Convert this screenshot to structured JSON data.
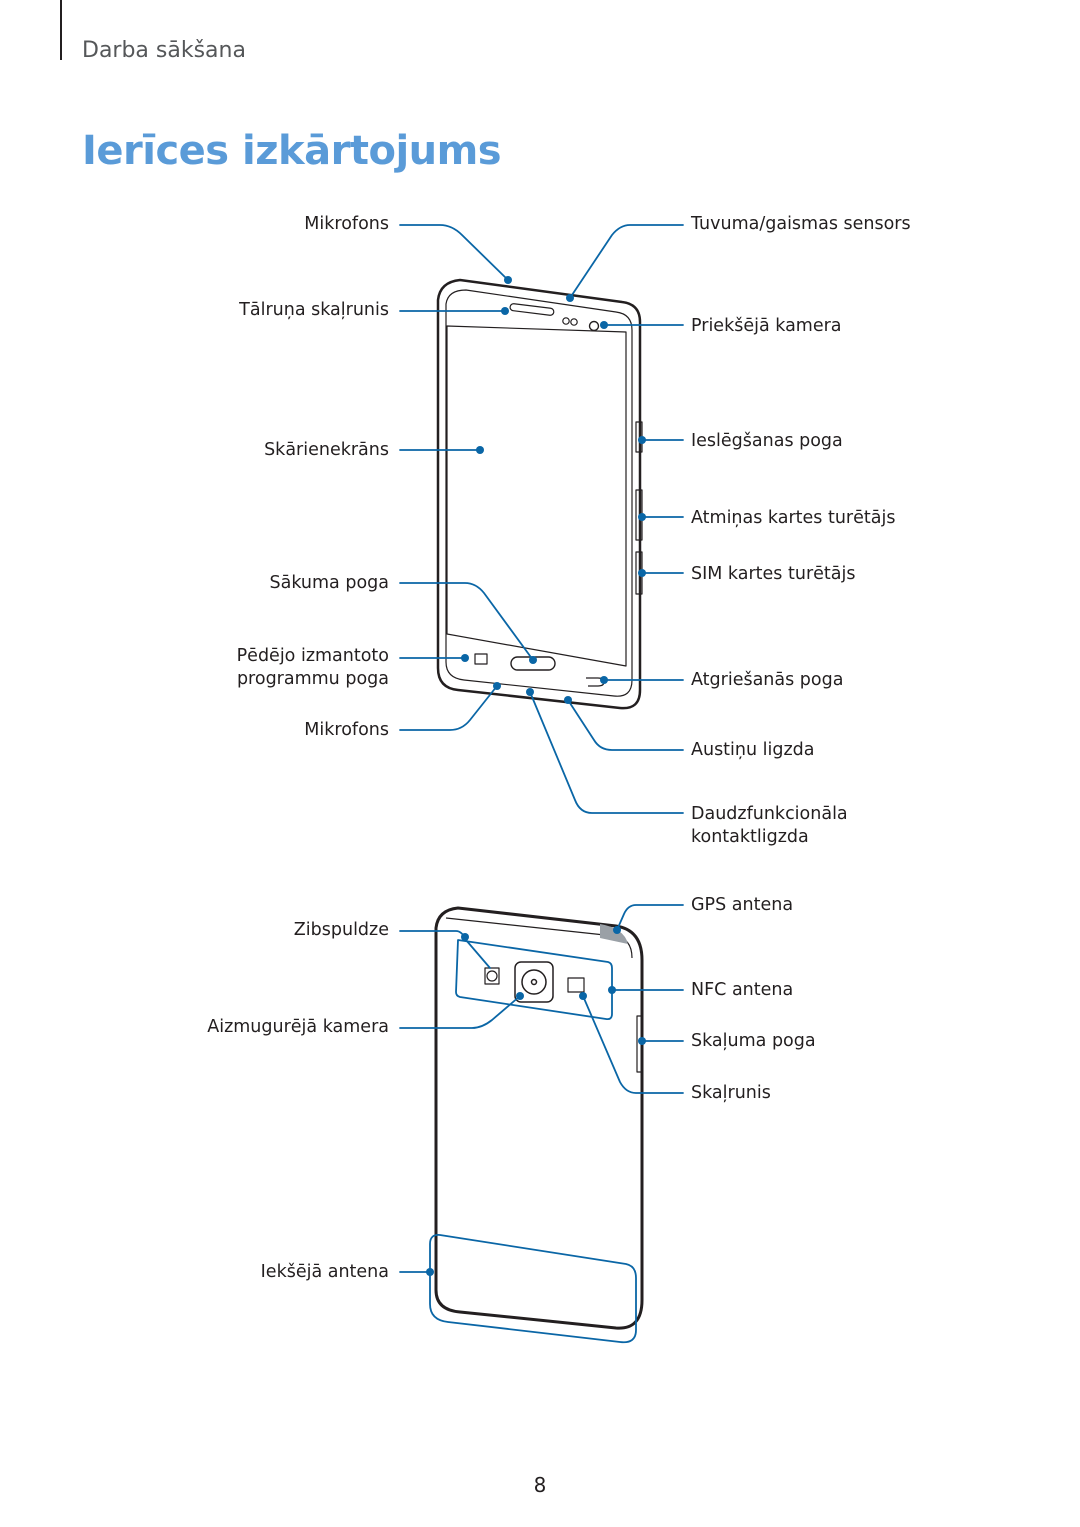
{
  "header": {
    "section": "Darba sākšana",
    "title": "Ierīces izkārtojums"
  },
  "front_labels": {
    "top_microphone": "Mikrofons",
    "earpiece": "Tālruņa skaļrunis",
    "touchscreen": "Skārienekrāns",
    "home_button": "Sākuma poga",
    "recent_apps_line1": "Pēdējo izmantoto",
    "recent_apps_line2": "programmu poga",
    "bottom_microphone": "Mikrofons",
    "proximity_sensor": "Tuvuma/gaismas sensors",
    "front_camera": "Priekšējā kamera",
    "power_button": "Ieslēgšanas poga",
    "memory_card_tray": "Atmiņas kartes turētājs",
    "sim_tray": "SIM kartes turētājs",
    "back_button": "Atgriešanās poga",
    "headset_jack": "Austiņu ligzda",
    "multipurpose_jack_line1": "Daudzfunkcionāla",
    "multipurpose_jack_line2": "kontaktligzda"
  },
  "back_labels": {
    "flash": "Zibspuldze",
    "rear_camera": "Aizmugurējā kamera",
    "internal_antenna": "Iekšējā antena",
    "gps_antenna": "GPS antena",
    "nfc_antenna": "NFC antena",
    "volume_button": "Skaļuma poga",
    "speaker": "Skaļrunis"
  },
  "footer": {
    "page_number": "8"
  },
  "colors": {
    "accent": "#5a9bd8",
    "callout": "#0a66a6",
    "text": "#231f20"
  }
}
